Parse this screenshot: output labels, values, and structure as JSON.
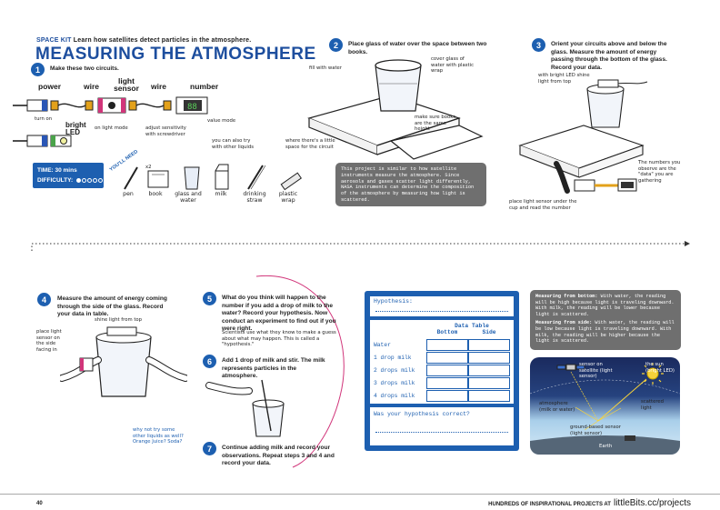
{
  "header": {
    "kit": "SPACE KIT",
    "subtitle": "Learn how satellites detect particles in the atmosphere.",
    "title": "MEASURING THE ATMOSPHERE"
  },
  "step1": {
    "number": "1",
    "text": "Make these two circuits.",
    "modules": [
      "power",
      "wire",
      "light sensor",
      "wire",
      "number"
    ],
    "bright_led": "bright LED",
    "notes": {
      "turn_on": "turn on",
      "light_mode": "on light mode",
      "sensitivity": "adjust sensitivity with screwdriver",
      "value_mode": "value mode"
    }
  },
  "info": {
    "time": "TIME: 30 mins",
    "difficulty_label": "DIFFICULTY:",
    "difficulty_level": 1,
    "difficulty_max": 5,
    "you_need": "YOU'LL NEED",
    "count": "x2",
    "alt_liquids": "you can also try with other liquids",
    "items": [
      "pen",
      "book",
      "glass and water",
      "milk",
      "drinking straw",
      "plastic wrap"
    ]
  },
  "step2": {
    "number": "2",
    "text": "Place glass of water over the space between two books.",
    "notes": {
      "fill_water": "fill with water",
      "cover_glass": "cover glass of water with plastic wrap",
      "same_height": "make sure books are the same height",
      "space": "where there's a little space for the circuit"
    }
  },
  "project_note": "This project is similar to how satellite instruments measure the atmosphere. Since aerosols and gases scatter light differently, NASA instruments can determine the composition of the atmosphere by measuring how light is scattered.",
  "step3": {
    "number": "3",
    "text": "Orient your circuits above and below the glass. Measure the amount of energy passing through the bottom of the glass. Record your data.",
    "notes": {
      "led_top": "with bright LED shine light from top",
      "sensor_under": "place light sensor under the cup and read the number",
      "numbers_data": "The numbers you observe are the \"data\" you are gathering"
    }
  },
  "step4": {
    "number": "4",
    "text": "Measure the amount of energy coming through the side of the glass. Record your data in table.",
    "notes": {
      "place_sensor": "place light sensor on the side facing in",
      "shine_top": "shine light from top",
      "other_liquids": "why not try some other liquids as well? Orange Juice? Soda?"
    }
  },
  "step5": {
    "number": "5",
    "text": "What do you think will happen to the number if you add a drop of milk to the water? Record your hypothesis. Now conduct an experiment to find out if you were right.",
    "note": "Scientists use what they know to make a guess about what may happen. This is called a \"hypothesis.\""
  },
  "step6": {
    "number": "6",
    "text": "Add 1 drop of milk and stir. The milk represents particles in the atmosphere."
  },
  "step7": {
    "number": "7",
    "text": "Continue adding milk and record your observations. Repeat steps 3 and 4 and record your data."
  },
  "data_card": {
    "hypothesis_label": "Hypothesis:",
    "table_title": "Data Table",
    "col_bottom": "Bottom",
    "col_side": "Side",
    "rows": [
      "Water",
      "1 drop milk",
      "2 drops milk",
      "3 drops milk",
      "4 drops milk"
    ],
    "correct_label": "Was your hypothesis correct?"
  },
  "results": {
    "bottom_head": "Measuring from bottom:",
    "bottom_text": "With water, the reading will be high because light is traveling downward. With milk, the reading will be lower because light is scattered.",
    "side_head": "Measuring from side:",
    "side_text": "With water, the reading will be low because light is traveling downward. With milk, the reading will be higher because the light is scattered."
  },
  "diagram": {
    "satellite_sensor": "sensor on satellite (light sensor)",
    "sun": "the sun (bright LED)",
    "atmosphere": "atmosphere (milk or water)",
    "scattered": "scattered light",
    "ground_sensor": "ground-based sensor (light sensor)",
    "earth": "Earth"
  },
  "footer": {
    "page": "40",
    "tagline": "HUNDREDS OF INSPIRATIONAL PROJECTS AT",
    "site": "littleBits.cc/projects"
  },
  "colors": {
    "brand_blue": "#1d5fb0",
    "title_blue": "#1d4e9e",
    "pink": "#d1357a",
    "gray_box": "#6f6f6f"
  }
}
